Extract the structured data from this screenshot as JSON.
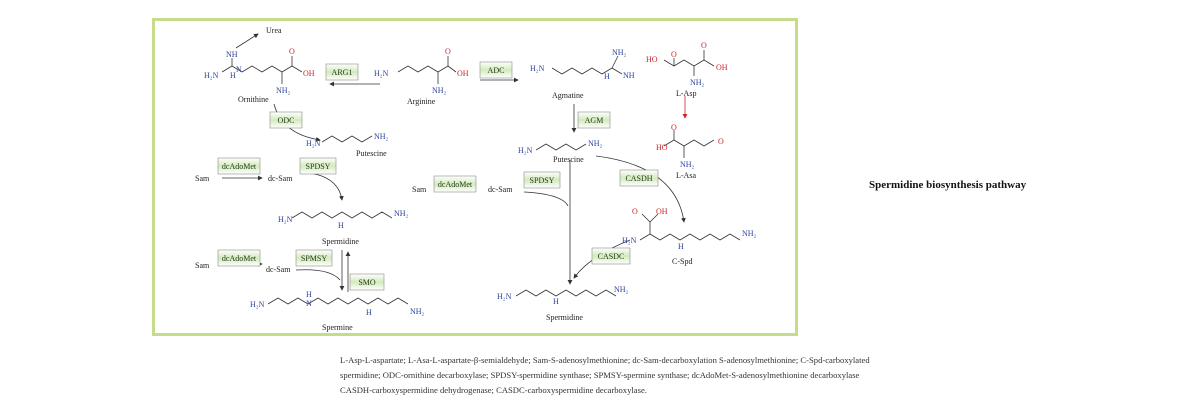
{
  "title": "Spermidine biosynthesis pathway",
  "colors": {
    "frame": "#c5dc8a",
    "enzyme_fill": "#d8ecc6",
    "nitrogen": "#2b3f9b",
    "oxygen": "#c8262b"
  },
  "compounds": {
    "urea": "Urea",
    "ornithine": "Ornithine",
    "arginine": "Arginine",
    "agmatine": "Agmatine",
    "l_asp": "L-Asp",
    "putrescine_left": "Putescine",
    "putrescine_mid": "Putescine",
    "l_asa": "L-Asa",
    "spermidine_left": "Spermidine",
    "c_spd": "C-Spd",
    "spermine": "Spermine",
    "spermidine_right": "Spermidine",
    "sam_1": "Sam",
    "dcsam_1": "dc-Sam",
    "sam_2": "Sam",
    "dcsam_2": "dc-Sam",
    "sam_3": "Sam",
    "dcsam_3": "dc-Sam"
  },
  "atoms": {
    "nh": "NH",
    "h2n": "H₂N",
    "nh2": "NH₂",
    "h": "H",
    "oh": "OH",
    "o": "O",
    "ho": "HO",
    "n": "N"
  },
  "enzymes": {
    "arg1": "ARG1",
    "adc": "ADC",
    "odc": "ODC",
    "agm": "AGM",
    "dcadomet_1": "dcAdoMet",
    "spdsy_1": "SPDSY",
    "dcadomet_2": "dcAdoMet",
    "spdsy_2": "SPDSY",
    "casdh": "CASDH",
    "casdc": "CASDC",
    "dcadomet_3": "dcAdoMet",
    "spmsy": "SPMSY",
    "smo": "SMO"
  },
  "caption_lines": [
    "L-Asp-L-aspartate; L-Asa-L-aspartate-β-semialdehyde; Sam-S-adenosylmethionine; dc-Sam-decarboxylation S-adenosylmethionine; C-Spd-carboxylated",
    "spermidine; ODC-ornithine decarboxylase; SPDSY-spermidine synthase; SPMSY-spermine synthase; dcAdoMet-S-adenosylmethionine decarboxylase",
    "CASDH-carboxyspermidine dehydrogenase; CASDC-carboxyspermidine decarboxylase."
  ]
}
